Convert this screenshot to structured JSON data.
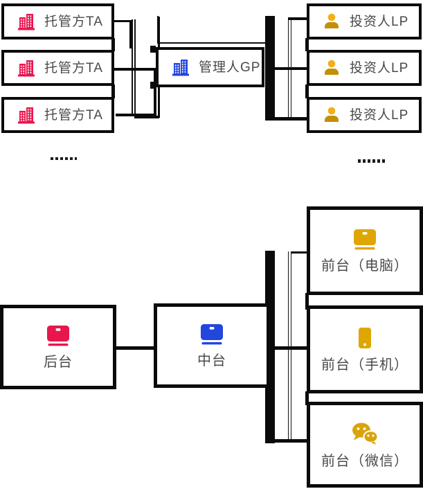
{
  "top_section": {
    "custodians": [
      {
        "label": "托管方TA"
      },
      {
        "label": "托管方TA"
      },
      {
        "label": "托管方TA"
      }
    ],
    "manager": {
      "label": "管理人GP"
    },
    "investors": [
      {
        "label": "投资人LP"
      },
      {
        "label": "投资人LP"
      },
      {
        "label": "投资人LP"
      }
    ]
  },
  "bottom_section": {
    "back_office": {
      "label": "后台"
    },
    "middle_office": {
      "label": "中台"
    },
    "front_offices": [
      {
        "label": "前台（电脑）"
      },
      {
        "label": "前台（手机）"
      },
      {
        "label": "前台（微信）"
      }
    ]
  },
  "icons": {
    "custodian": "building-icon-red",
    "manager": "building-icon-blue",
    "investor": "person-icon-gold",
    "back_office": "laptop-icon-red",
    "middle_office": "laptop-icon-blue",
    "front_pc": "laptop-icon-gold",
    "front_phone": "phone-icon-gold",
    "front_wechat": "wechat-icon-gold"
  },
  "colors": {
    "red": "#E7174E",
    "blue": "#2346DD",
    "gold": "#DFA602",
    "gold_dark": "#C29007",
    "gold_light": "#F2AF17",
    "text": "#4A4A4A",
    "line": "#0B0B0B",
    "background": "#FFFFFF"
  }
}
